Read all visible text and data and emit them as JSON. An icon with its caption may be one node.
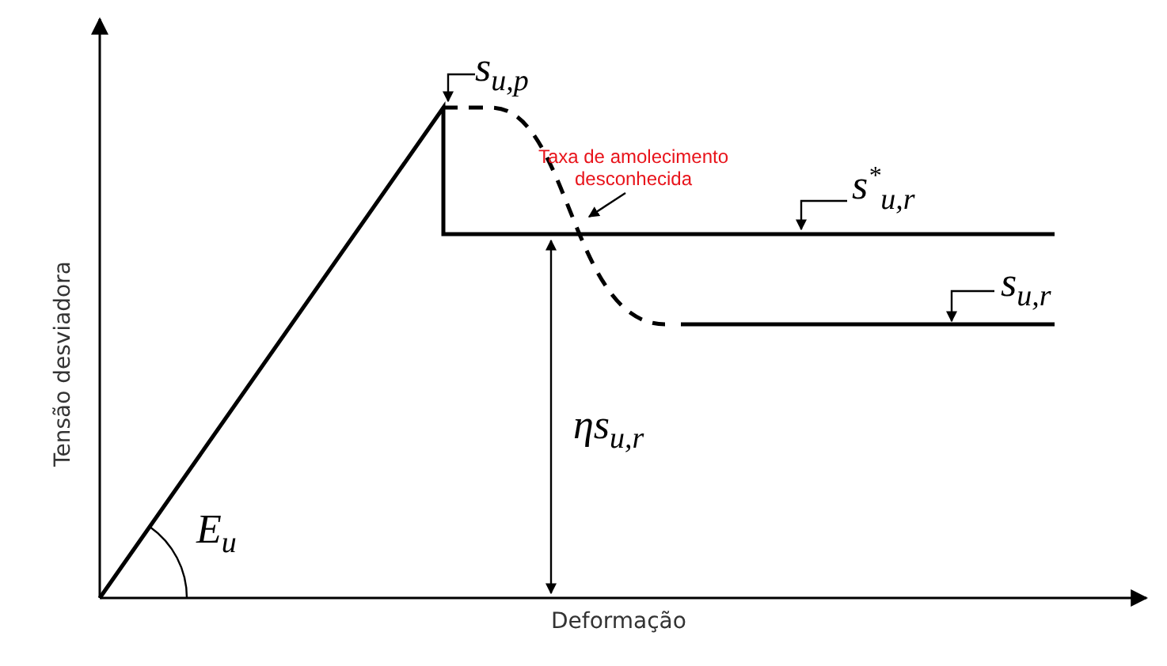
{
  "diagram": {
    "nodes": [
      {
        "text": [
          "s$_{u,p}$"
        ]
      },
      {
        "text": [
          "Taxa de amolecimento desconhecida"
        ]
      },
      {
        "text": [
          "s$^{*}$$_{u,r}$"
        ]
      },
      {
        "text": [
          "s$_{u,r}$"
        ]
      }
    ],
    "edges": [
      {
        "from": 0,
        "to": null,
        "arrow": "to"
      },
      {
        "from": 1,
        "to": null,
        "arrow": "to"
      },
      {
        "from": 2,
        "to": null,
        "arrow": "to"
      },
      {
        "from": 3,
        "to": null,
        "arrow": "to"
      }
    ],
    "labels": [
      "Tensão desviadora",
      "ηs$_{u,r}$",
      "E$_{u}$",
      "Deformação"
    ]
  }
}
